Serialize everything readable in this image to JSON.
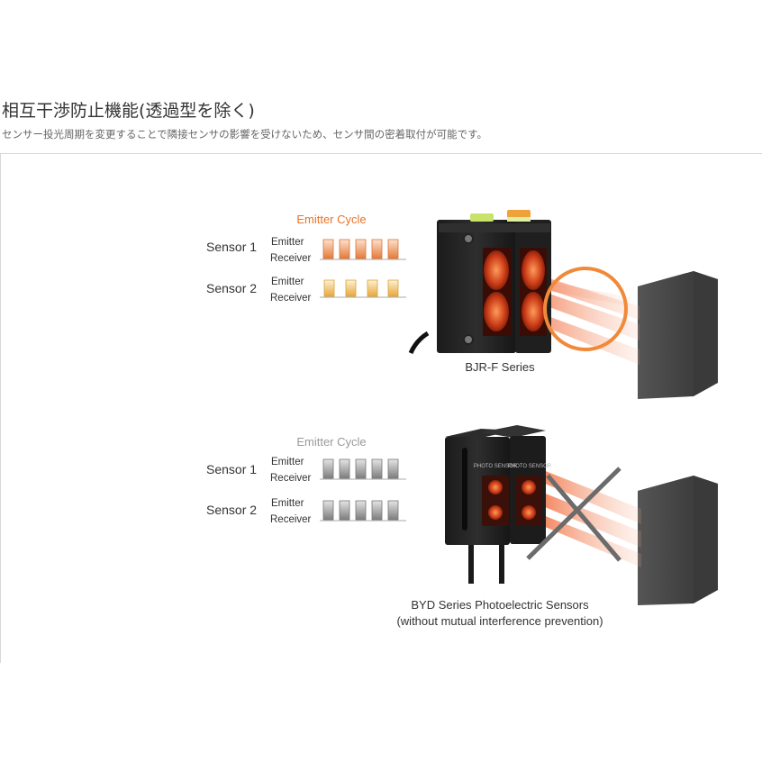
{
  "header": {
    "title": "相互干渉防止機能(透過型を除く)",
    "subtitle": "センサー投光周期を変更することで隣接センサの影響を受けないため、センサ間の密着取付が可能です。"
  },
  "diagram_top": {
    "cycle_label": "Emitter Cycle",
    "sensors": [
      {
        "name": "Sensor 1",
        "emitter": "Emitter",
        "receiver": "Receiver"
      },
      {
        "name": "Sensor 2",
        "emitter": "Emitter",
        "receiver": "Receiver"
      }
    ],
    "product_label": "BJR-F Series",
    "cycle_color": "#e8742a",
    "sensor1_pulse_color": "#e88a4e",
    "sensor2_pulse_color": "#e9b24c"
  },
  "diagram_bottom": {
    "cycle_label": "Emitter Cycle",
    "sensors": [
      {
        "name": "Sensor 1",
        "emitter": "Emitter",
        "receiver": "Receiver"
      },
      {
        "name": "Sensor 2",
        "emitter": "Emitter",
        "receiver": "Receiver"
      }
    ],
    "product_label_line1": "BYD Series Photoelectric Sensors",
    "product_label_line2": "(without mutual interference prevention)",
    "sensor_print_1": "PHOTO SENSOR",
    "sensor_print_2": "PHOTO SENSOR",
    "cycle_color": "#999999",
    "pulse_color": "#8c8c8c"
  }
}
